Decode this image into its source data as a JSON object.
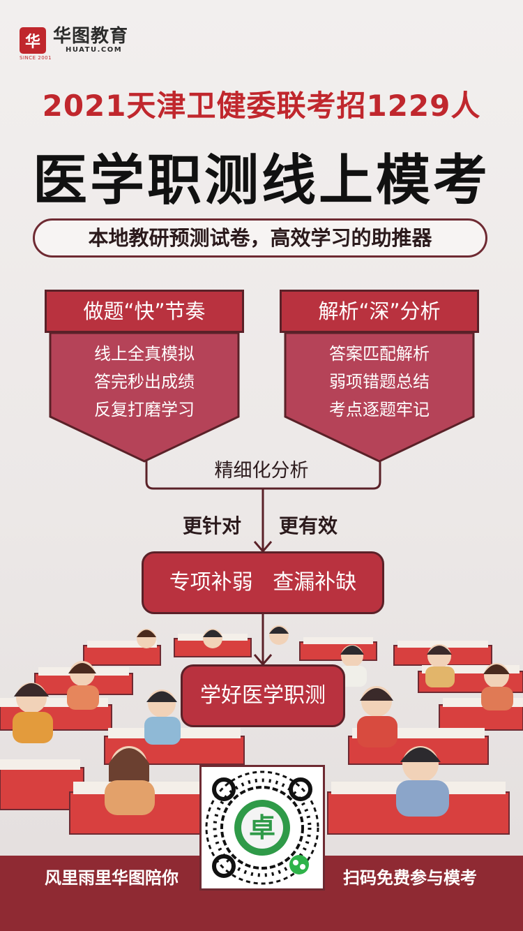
{
  "brand": {
    "mark": "华",
    "name_cn": "华图教育",
    "name_en": "HUATU.COM",
    "since": "SINCE 2001"
  },
  "headline": "2021天津卫健委联考招1229人",
  "main_title": "医学职测线上模考",
  "tagline": "本地教研预测试卷，高效学习的助推器",
  "cards": [
    {
      "title": "做题“快”节奏",
      "lines": [
        "线上全真模拟",
        "答完秒出成绩",
        "反复打磨学习"
      ]
    },
    {
      "title": "解析“深”分析",
      "lines": [
        "答案匹配解析",
        "弱项错题总结",
        "考点逐题牢记"
      ]
    }
  ],
  "merge_label": "精细化分析",
  "arrow_labels": {
    "left": "更针对",
    "right": "更有效"
  },
  "step_box": "专项补弱   查漏补缺",
  "final_box": "学好医学职测",
  "footer": {
    "left": "风里雨里华图陪你",
    "right": "扫码免费参与模考"
  },
  "qr": {
    "center_glyph": "卓"
  },
  "colors": {
    "brand_red": "#c0272d",
    "box_red": "#b9323f",
    "footer": "#8f2a33",
    "outline": "#5a2128"
  }
}
